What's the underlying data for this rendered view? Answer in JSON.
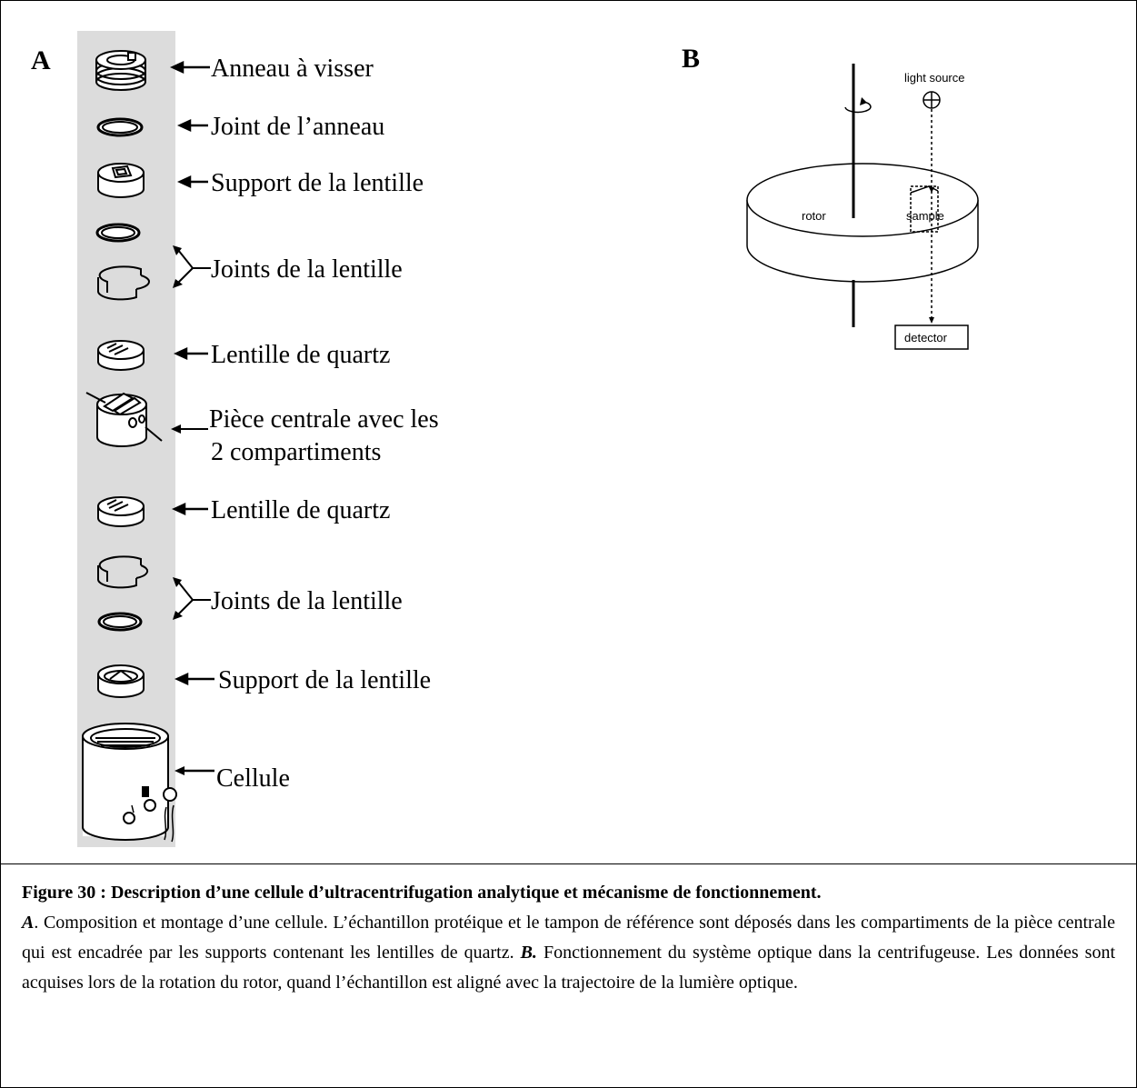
{
  "panel_a": {
    "letter": "A",
    "labels": [
      "Anneau à visser",
      "Joint de l’anneau",
      "Support de la lentille",
      "Joints de la lentille",
      "Lentille de quartz",
      "Pièce centrale avec les",
      "2 compartiments",
      "Lentille de quartz",
      "Joints de la lentille",
      "Support de la lentille",
      "Cellule"
    ]
  },
  "panel_b": {
    "letter": "B",
    "light_source": "light source",
    "rotor": "rotor",
    "sample": "sample",
    "detector": "detector"
  },
  "caption": {
    "title": "Figure 30 : Description d’une cellule d’ultracentrifugation analytique et mécanisme de fonctionnement.",
    "a_label": "A",
    "a_text": ". Composition et montage d’une cellule. L’échantillon protéique et le tampon de référence sont déposés dans les compartiments de la pièce centrale qui est encadrée par les supports contenant les lentilles de quartz.",
    "b_label": "B.",
    "b_text": " Fonctionnement du système optique dans la centrifugeuse. Les données sont acquises lors de la rotation du rotor, quand l’échantillon est aligné avec la trajectoire de la lumière optique."
  }
}
